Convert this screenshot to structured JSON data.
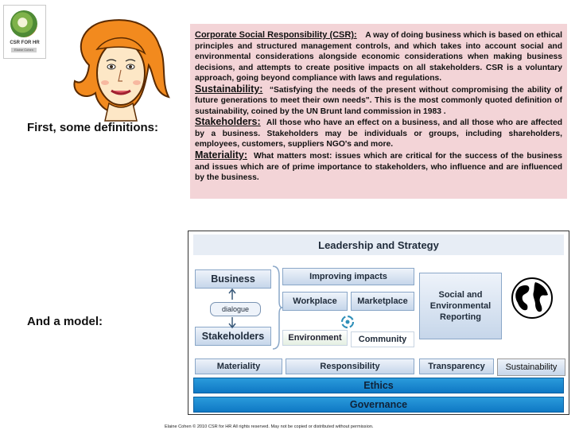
{
  "logo": {
    "text": "CSR FOR HR",
    "tag": "Elaine Cohen"
  },
  "labels": {
    "definitions": "First, some definitions:",
    "model": "And a model:"
  },
  "definitions": {
    "csr": {
      "term": "Corporate Social Responsibility (CSR):",
      "text": "A way of doing business which is based on ethical principles and structured management controls, and which takes into account social and environmental considerations alongside economic considerations when making business decisions, and attempts to create positive impacts on all stakeholders. CSR is a voluntary approach, going beyond compliance with laws and regulations."
    },
    "sustainability": {
      "term": "Sustainability:",
      "text": "“Satisfying the needs of the present without compromising the ability of future generations to meet their own needs\". This is the most commonly quoted definition of sustainability, coined by the UN Brunt land commission in 1983 ."
    },
    "stakeholders": {
      "term": "Stakeholders:",
      "text": "All those who have an effect on a business, and all those who are affected by a business. Stakeholders may be individuals or groups, including shareholders, employees, customers, suppliers NGO's and more."
    },
    "materiality": {
      "term": "Materiality:",
      "text": "What matters most: issues which are critical for the success of the business and issues which are of prime importance to stakeholders, who influence and are influenced by the business."
    }
  },
  "model": {
    "leadership": "Leadership and Strategy",
    "business": "Business",
    "dialogue": "dialogue",
    "stakeholders": "Stakeholders",
    "improving": "Improving impacts",
    "workplace": "Workplace",
    "marketplace": "Marketplace",
    "environment": "Environment",
    "community": "Community",
    "reporting": "Social and Environmental Reporting",
    "materiality": "Materiality",
    "responsibility": "Responsibility",
    "transparency": "Transparency",
    "sustainability": "Sustainability",
    "ethics": "Ethics",
    "governance": "Governance",
    "colors": {
      "tile": "#c6d6ea",
      "band": "#1384cc"
    }
  },
  "footer": "Elaine Cohen  © 2010 CSR for HR All rights reserved. May not be copied or distributed without permission."
}
